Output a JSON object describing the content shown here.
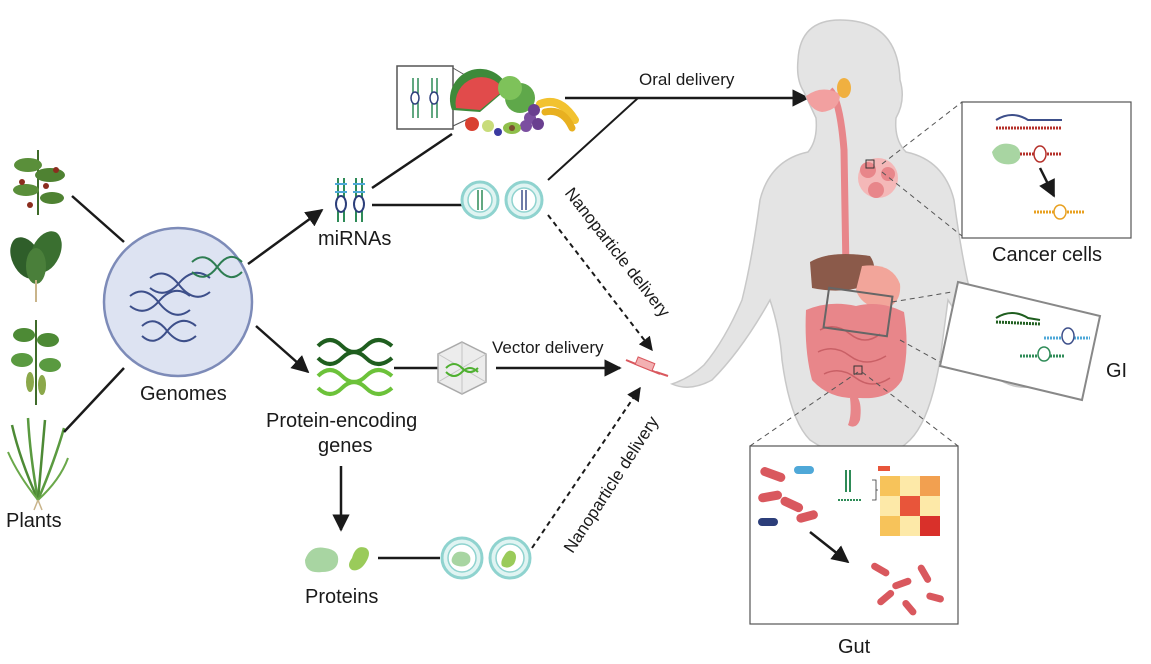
{
  "labels": {
    "plants": "Plants",
    "genomes": "Genomes",
    "mirnas": "miRNAs",
    "protein_encoding_genes_line1": "Protein-encoding",
    "protein_encoding_genes_line2": "genes",
    "proteins": "Proteins",
    "oral_delivery": "Oral delivery",
    "vector_delivery": "Vector delivery",
    "nanoparticle_delivery_upper": "Nanoparticle delivery",
    "nanoparticle_delivery_lower": "Nanoparticle delivery",
    "cancer_cells": "Cancer cells",
    "gi": "GI",
    "gut": "Gut"
  },
  "colors": {
    "arrow": "#1a1a1a",
    "dna_green": "#2e7d32",
    "dna_light_green": "#7cc242",
    "genome_fill": "#dde3f2",
    "genome_stroke": "#7d8bb8",
    "body": "#e4e4e4",
    "body_stroke": "#c8c8c8",
    "intestine": "#e8868a",
    "liver": "#8b5a4a",
    "bacteria": "#d9585e",
    "nanoparticle": "#8fd3cf",
    "protein": "#a8d5a2"
  }
}
